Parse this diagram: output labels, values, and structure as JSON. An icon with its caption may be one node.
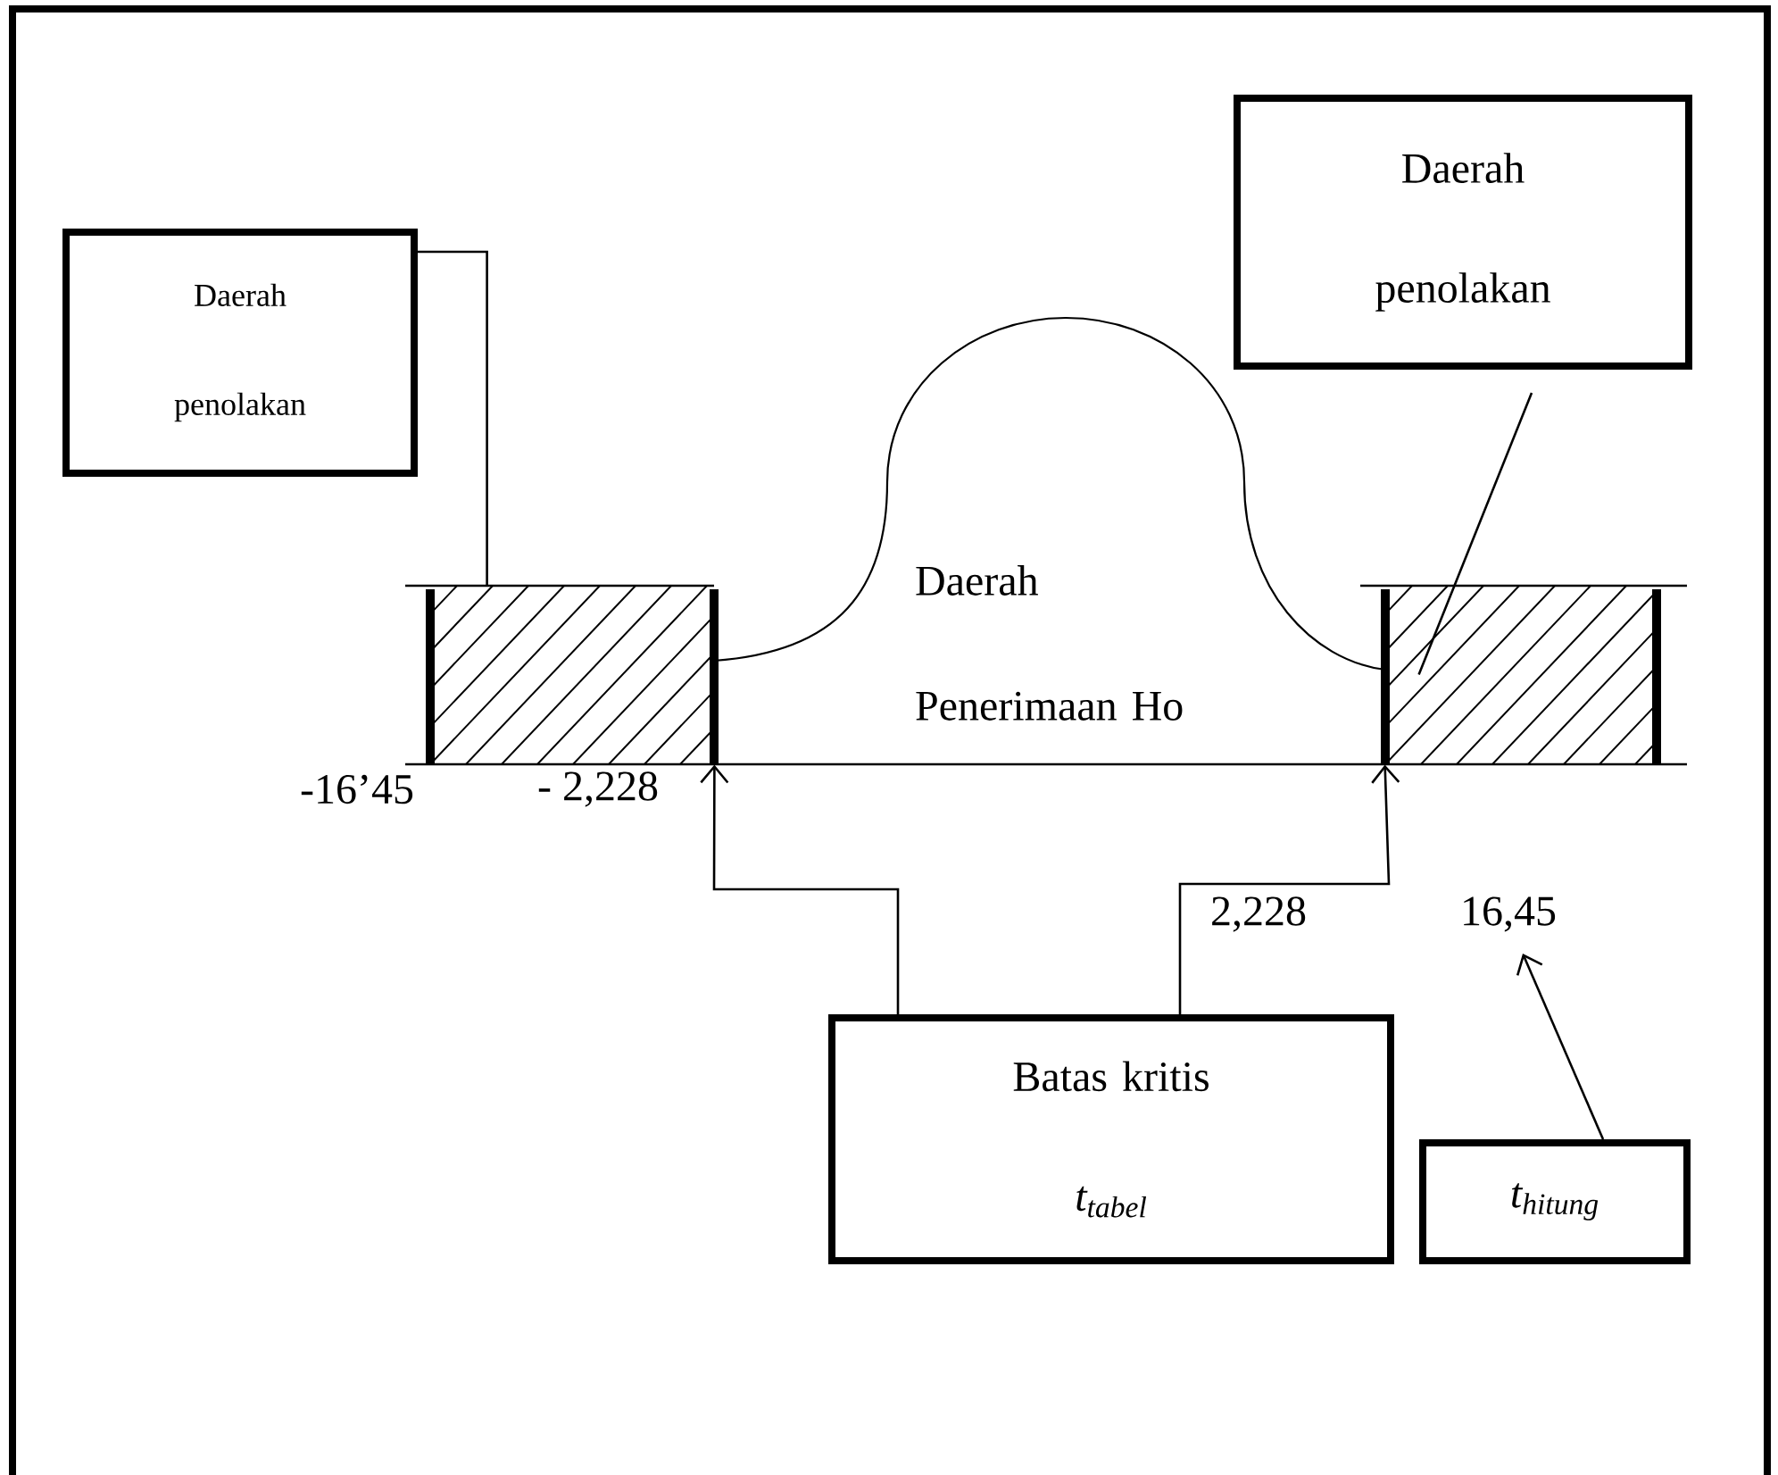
{
  "diagram": {
    "nodes": [
      {
        "text": [
          "Daerah penolakan"
        ]
      },
      {
        "text": [],
        "shape": "box"
      },
      {
        "text": [
          "Daerah penolakan"
        ]
      },
      {
        "text": [],
        "shape": "box"
      },
      {
        "text": [
          "Daerah Penerimaan Ho"
        ]
      },
      {
        "text": [
          "Batas kritis",
          "t$_{tabel}$"
        ]
      },
      {
        "text": [
          "t$_{hitung}$"
        ]
      },
      {
        "text": [
          "16,45"
        ]
      }
    ],
    "edges": [
      {
        "from": 0,
        "to": 1,
        "arrow": "none"
      },
      {
        "from": 2,
        "to": 3,
        "arrow": "none"
      },
      {
        "from": 5,
        "to": 1,
        "arrow": "to"
      },
      {
        "from": 5,
        "to": 3,
        "arrow": "to"
      },
      {
        "from": 6,
        "to": 7,
        "arrow": "to"
      }
    ],
    "labels": [
      "-16’45",
      "- 2,228",
      "2,228"
    ]
  }
}
